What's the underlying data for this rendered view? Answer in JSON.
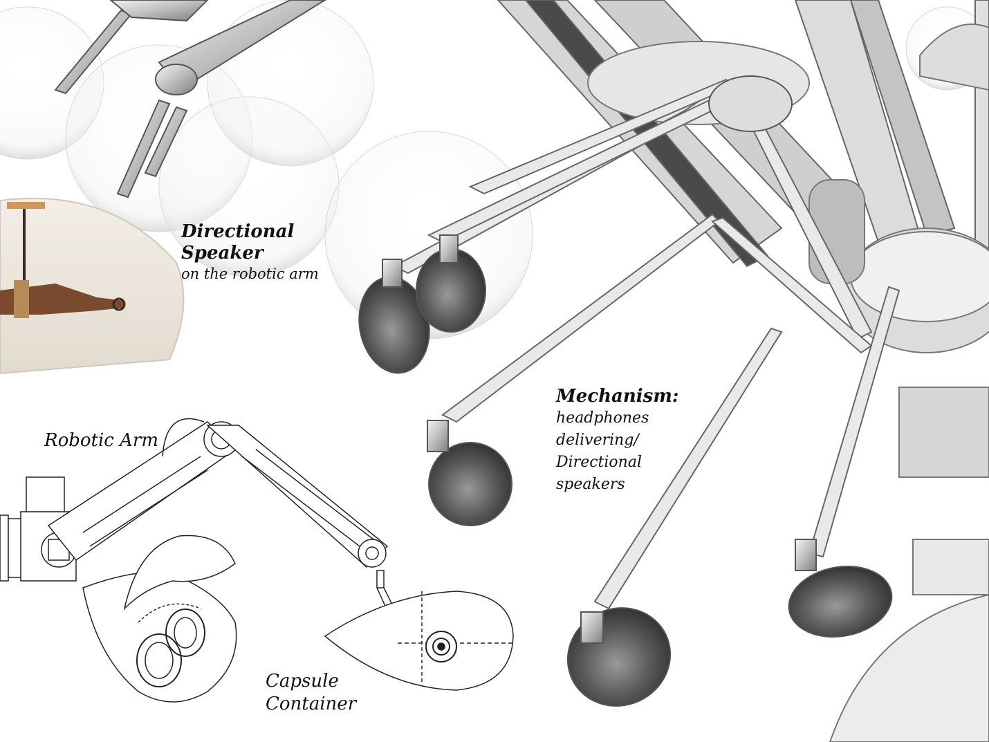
{
  "labels": {
    "directional_title_1": "Directional",
    "directional_title_2": "Speaker",
    "directional_sub": "on the robotic arm",
    "mechanism_title": "Mechanism:",
    "mechanism_lines": [
      "headphones",
      "delivering/",
      "Directional",
      "speakers"
    ],
    "robotic_arm": "Robotic Arm",
    "capsule_1": "Capsule",
    "capsule_2": "Container"
  },
  "colors": {
    "background": "#ffffff",
    "render_metal": "#b8b8b8",
    "render_dark": "#3a3a3a",
    "drawing_line": "#222222",
    "model_wood": "#7a4a2e",
    "dome": "#e9e4dc"
  }
}
